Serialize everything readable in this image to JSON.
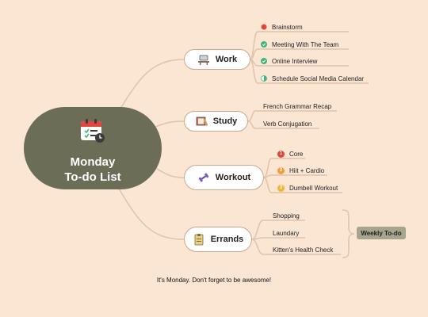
{
  "central": {
    "title_line1": "Monday",
    "title_line2": "To-do List",
    "icon": "calendar-checklist-icon"
  },
  "branches": [
    {
      "label": "Work",
      "icon": "office-desk-icon",
      "items": [
        {
          "label": "Brainstorm",
          "status": "red-dot"
        },
        {
          "label": "Meeting With The Team",
          "status": "done"
        },
        {
          "label": "Online Interview",
          "status": "done"
        },
        {
          "label": "Schedule Social Media Calendar",
          "status": "half"
        }
      ]
    },
    {
      "label": "Study",
      "icon": "book-icon",
      "items": [
        {
          "label": "French Grammar Recap"
        },
        {
          "label": "Verb Conjugation"
        }
      ]
    },
    {
      "label": "Workout",
      "icon": "dumbbell-icon",
      "items": [
        {
          "label": "Core",
          "priority": "1"
        },
        {
          "label": "Hiit + Cardio",
          "priority": "2"
        },
        {
          "label": "Dumbell Workout",
          "priority": "3"
        }
      ]
    },
    {
      "label": "Errands",
      "icon": "shopping-list-icon",
      "items": [
        {
          "label": "Shopping"
        },
        {
          "label": "Laundary"
        },
        {
          "label": "Kitten's Health Check"
        }
      ]
    }
  ],
  "summary_label": "Weekly To-do",
  "footer": "It's Monday. Don't forget to be awesome!",
  "colors": {
    "background": "#fbe5d3",
    "central": "#6b6d57",
    "connector": "#e0c3ab",
    "done": "#3fb87a",
    "red": "#e2453c",
    "priority": "#f29d38",
    "priority_first": "#e2453c",
    "summary": "#a7a58b"
  }
}
